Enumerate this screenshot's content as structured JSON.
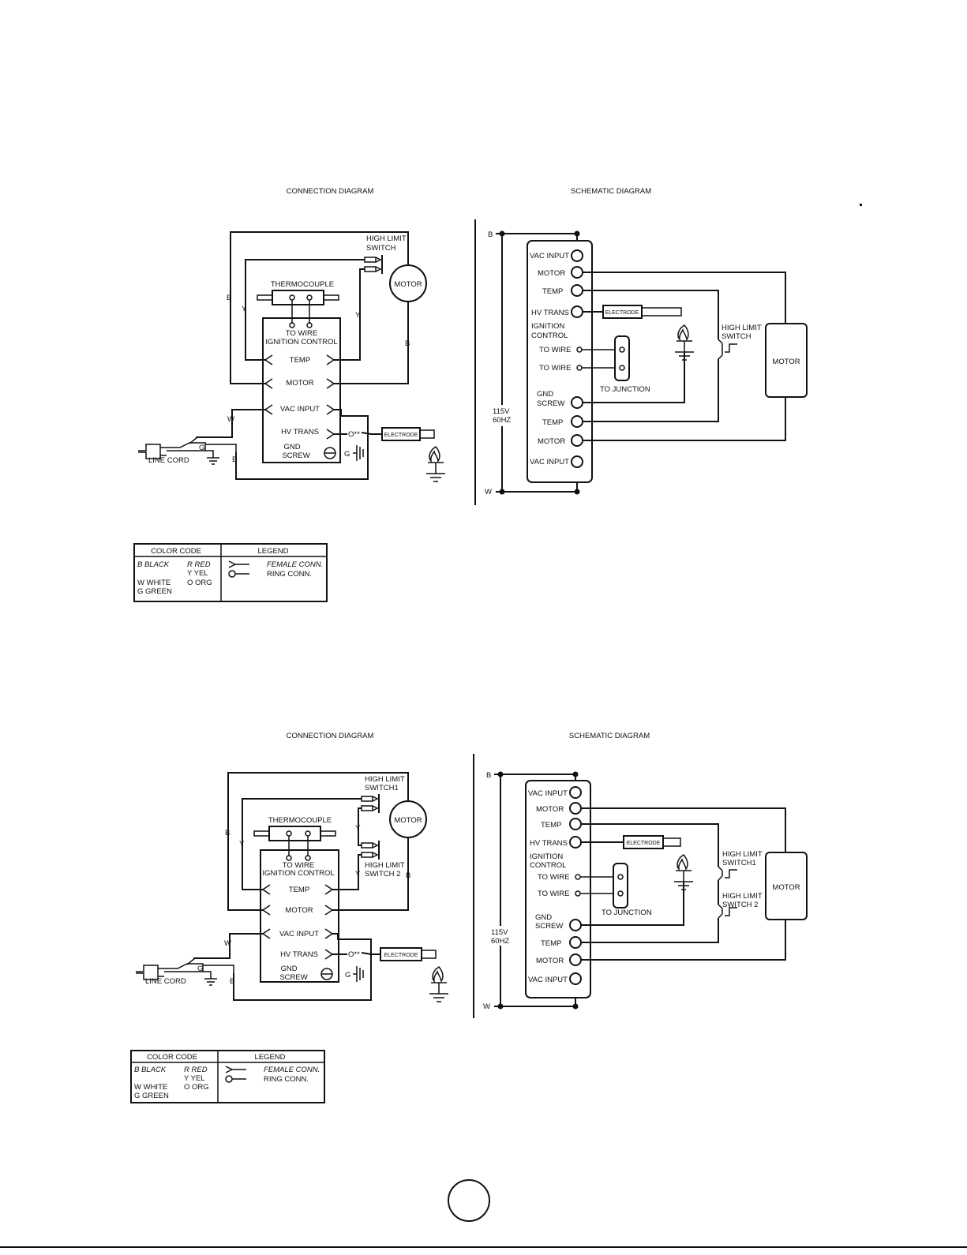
{
  "labels": {
    "connection_diagram": "CONNECTION DIAGRAM",
    "schematic_diagram": "SCHEMATIC DIAGRAM",
    "high_limit_switch": "HIGH LIMIT",
    "high_limit_switch_l2": "SWITCH",
    "high_limit_switch1_l2": "SWITCH1",
    "high_limit_switch2_l2": "SWITCH 2",
    "thermocouple": "THERMOCOUPLE",
    "motor": "MOTOR",
    "to_wire": "TO WIRE",
    "ignition_control": "IGNITION CONTROL",
    "ignition": "IGNITION",
    "control": "CONTROL",
    "temp": "TEMP",
    "vac_input": "VAC INPUT",
    "hv_trans": "HV TRANS",
    "gnd": "GND",
    "screw": "SCREW",
    "line_cord": "LINE CORD",
    "electrode": "ELECTRODE",
    "to_junction": "TO JUNCTION",
    "v115": "115V",
    "hz60": "60HZ",
    "ring_mark": "O**",
    "wire_b": "B",
    "wire_w": "W",
    "wire_y": "Y",
    "wire_g": "G"
  },
  "table": {
    "color_code_header": "COLOR CODE",
    "legend_header": "LEGEND",
    "b_black": "B  BLACK",
    "r_red": "R  RED",
    "y_yel": "Y  YEL",
    "w_white": "W  WHITE",
    "o_org": "O  ORG",
    "g_green": "G  GREEN",
    "female_conn": "FEMALE CONN.",
    "ring_conn": "RING CONN."
  }
}
